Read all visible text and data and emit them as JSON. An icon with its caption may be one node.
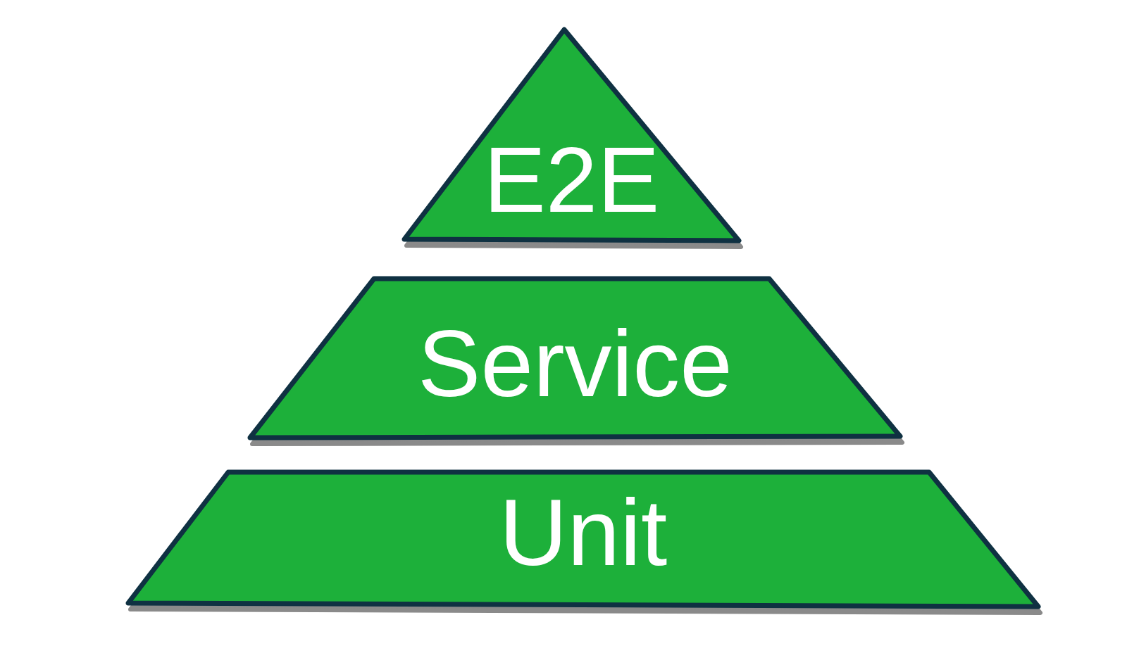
{
  "diagram": {
    "nodes": [
      {
        "text": [
          "E2E"
        ]
      },
      {
        "text": [
          "Service"
        ]
      },
      {
        "text": [
          "Unit"
        ]
      }
    ]
  }
}
